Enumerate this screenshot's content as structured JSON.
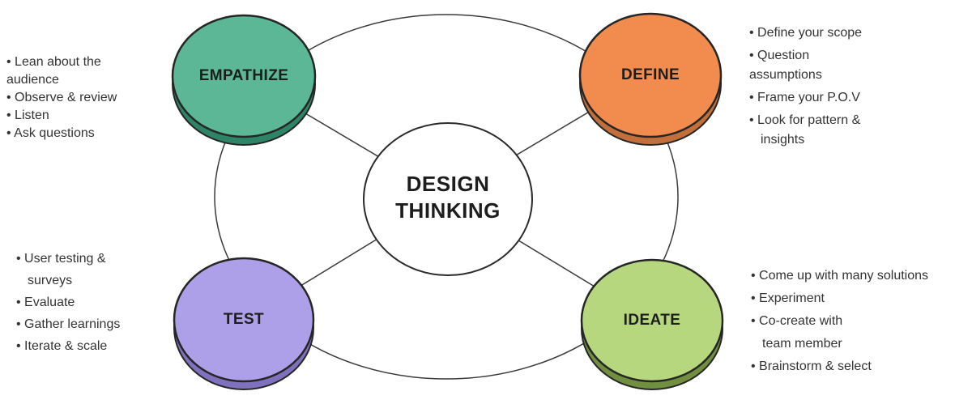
{
  "title": {
    "line1": "DESIGN",
    "line2": "THINKING"
  },
  "nodes": {
    "empathize": {
      "label": "EMPATHIZE",
      "fill": "#5BB795",
      "rim": "#2E8467"
    },
    "define": {
      "label": "DEFINE",
      "fill": "#F28C4E",
      "rim": "#C26F3B"
    },
    "test": {
      "label": "TEST",
      "fill": "#ADA0E8",
      "rim": "#8071BE"
    },
    "ideate": {
      "label": "IDEATE",
      "fill": "#B6D77E",
      "rim": "#71903F"
    }
  },
  "lists": {
    "empathize": {
      "line1": "• Lean about the",
      "line2": "audience",
      "line3": "• Observe & review",
      "line4": "• Listen",
      "line5": "• Ask questions"
    },
    "define": {
      "line1": "• Define your scope",
      "line2": "• Question",
      "line3": "assumptions",
      "line4": "• Frame your P.O.V",
      "line5": "• Look for pattern &",
      "line6": "insights"
    },
    "test": {
      "line1": "• User testing &",
      "line2": "surveys",
      "line3": "• Evaluate",
      "line4": "• Gather learnings",
      "line5": "• Iterate & scale"
    },
    "ideate": {
      "line1": "• Come up with many solutions",
      "line2": "• Experiment",
      "line3": "• Co-create with",
      "line4": "team member",
      "line5": "• Brainstorm & select"
    }
  },
  "colors": {
    "outline": "#262626",
    "line": "#3a3a3a",
    "center_fill": "#ffffff",
    "text": "#333333"
  }
}
